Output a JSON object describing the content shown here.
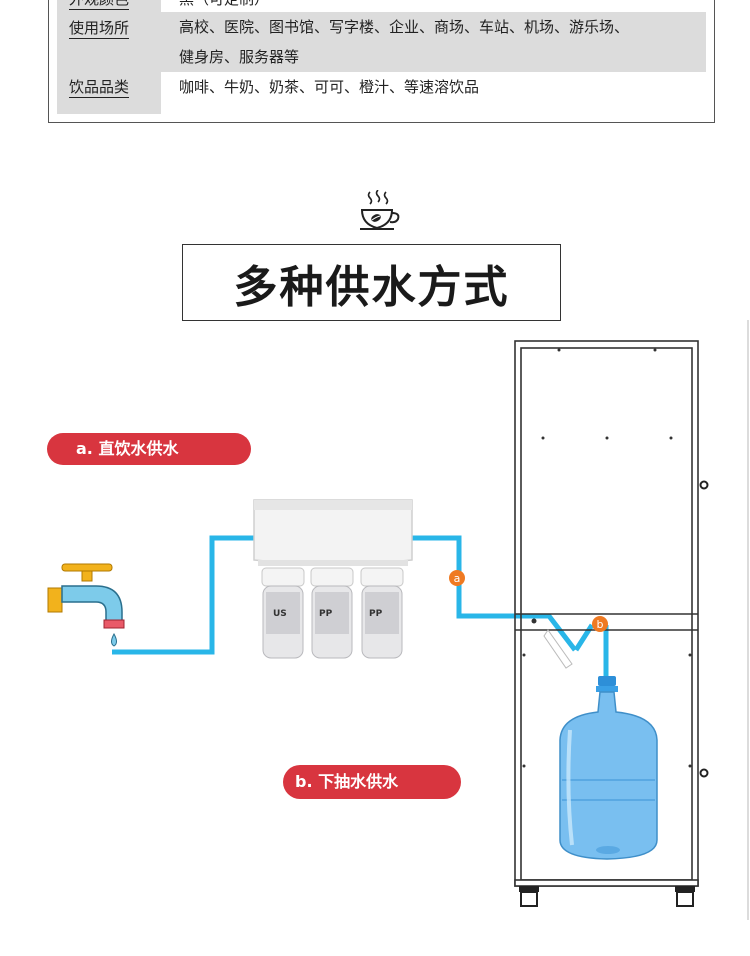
{
  "specs": {
    "rows": [
      {
        "key": "外观颜色",
        "value": "黑（可定制）"
      },
      {
        "key": "使用场所",
        "value_line1": "高校、医院、图书馆、写字楼、企业、商场、车站、机场、游乐场、",
        "value_line2": "健身房、服务器等"
      },
      {
        "key": "饮品品类",
        "value": "咖啡、牛奶、奶茶、可可、橙汁、等速溶饮品"
      }
    ]
  },
  "section": {
    "title": "多种供水方式",
    "icon": "coffee-cup-icon"
  },
  "supply": {
    "direct_label": "a. 直饮水供水",
    "pump_label": "b. 下抽水供水",
    "marker_a": "a",
    "marker_b": "b",
    "filters": [
      "US",
      "PP",
      "PP"
    ]
  },
  "colors": {
    "accent": "#d8353f",
    "pipe": "#29b6e8",
    "marker": "#ef7a22"
  }
}
